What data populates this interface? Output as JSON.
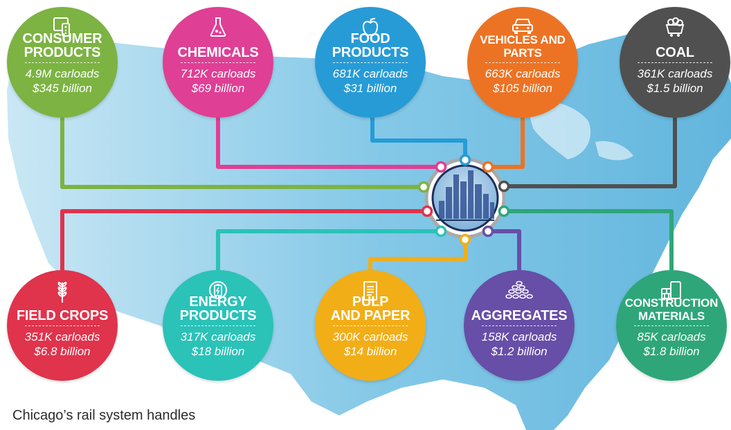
{
  "hub": {
    "name": "chicago-skyline"
  },
  "commodities": [
    {
      "id": "consumer-products",
      "title_lines": [
        "CONSUMER",
        "PRODUCTS"
      ],
      "carloads": "4.9M carloads",
      "value": "$345 billion",
      "color": "#7cb342",
      "icon": "remote-icon"
    },
    {
      "id": "chemicals",
      "title_lines": [
        "CHEMICALS"
      ],
      "carloads": "712K carloads",
      "value": "$69 billion",
      "color": "#df3f95",
      "icon": "flask-icon"
    },
    {
      "id": "food-products",
      "title_lines": [
        "FOOD",
        "PRODUCTS"
      ],
      "carloads": "681K carloads",
      "value": "$31 billion",
      "color": "#279bd6",
      "icon": "apple-icon"
    },
    {
      "id": "vehicles-and-parts",
      "title_lines": [
        "VEHICLES AND",
        "PARTS"
      ],
      "carloads": "663K carloads",
      "value": "$105 billion",
      "color": "#ec7324",
      "icon": "car-icon"
    },
    {
      "id": "coal",
      "title_lines": [
        "COAL"
      ],
      "carloads": "361K carloads",
      "value": "$1.5 billion",
      "color": "#505050",
      "icon": "coal-cart-icon"
    },
    {
      "id": "field-crops",
      "title_lines": [
        "FIELD CROPS"
      ],
      "carloads": "351K carloads",
      "value": "$6.8 billion",
      "color": "#e0334c",
      "icon": "wheat-icon"
    },
    {
      "id": "energy-products",
      "title_lines": [
        "ENERGY",
        "PRODUCTS"
      ],
      "carloads": "317K carloads",
      "value": "$18 billion",
      "color": "#2bc2b8",
      "icon": "battery-icon"
    },
    {
      "id": "pulp-and-paper",
      "title_lines": [
        "PULP",
        "AND PAPER"
      ],
      "carloads": "300K carloads",
      "value": "$14 billion",
      "color": "#f2ae17",
      "icon": "paper-icon"
    },
    {
      "id": "aggregates",
      "title_lines": [
        "AGGREGATES"
      ],
      "carloads": "158K carloads",
      "value": "$1.2 billion",
      "color": "#674ea7",
      "icon": "rocks-icon"
    },
    {
      "id": "construction-materials",
      "title_lines": [
        "CONSTRUCTION",
        "MATERIALS"
      ],
      "carloads": "85K carloads",
      "value": "$1.8 billion",
      "color": "#2ea679",
      "icon": "bricks-icon"
    }
  ],
  "footer": {
    "text": "Chicago’s rail system handles"
  }
}
